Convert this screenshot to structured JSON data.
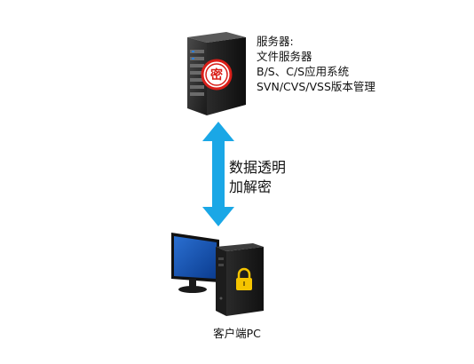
{
  "server": {
    "icon": "server-with-lock-seal-icon",
    "label_lines": [
      "服务器:",
      "文件服务器",
      "B/S、C/S应用系统",
      "SVN/CVS/VSS版本管理"
    ],
    "seal_text": "密",
    "seal_color": "#d91e18"
  },
  "arrow": {
    "icon": "double-arrow-icon",
    "color": "#1aa7e6",
    "label_lines": [
      "数据透明",
      "加解密"
    ]
  },
  "client": {
    "icon": "desktop-pc-with-padlock-icon",
    "label": "客户端PC",
    "lock_color": "#f5c400"
  }
}
